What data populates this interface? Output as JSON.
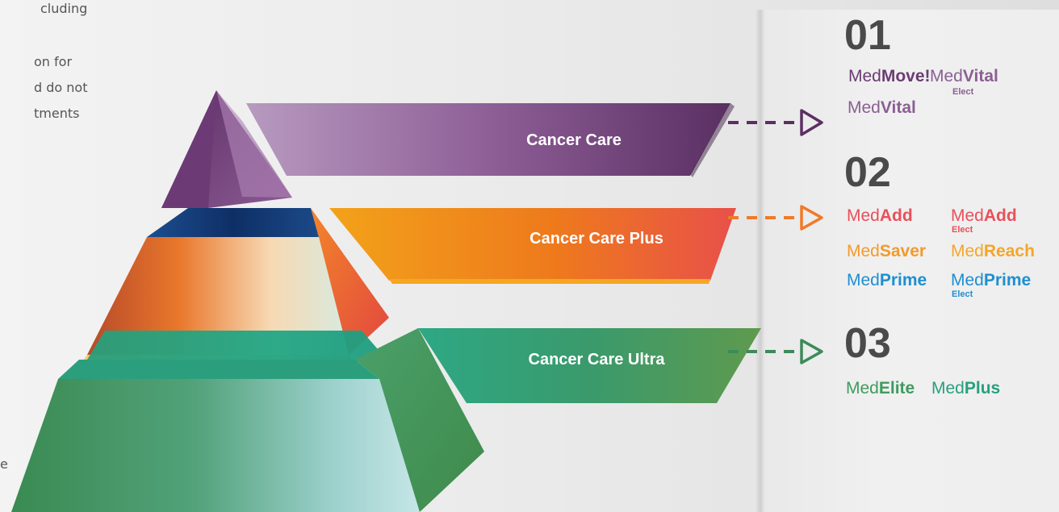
{
  "left_text_fragments": [
    "cluding",
    "on for",
    "d do not",
    "tments",
    "e"
  ],
  "bands": [
    {
      "label": "Cancer Care",
      "color": "#7d4a85"
    },
    {
      "label": "Cancer Care Plus",
      "color": "#ee7a1c"
    },
    {
      "label": "Cancer Care Ultra",
      "color": "#3a9a6c"
    }
  ],
  "tiers": [
    {
      "number": "01",
      "color": "#6b3d73",
      "products": [
        {
          "prefix": "Med",
          "suffix": "Move!",
          "color": "#6b3d73",
          "elect": ""
        },
        {
          "prefix": "Med",
          "suffix": "Vital",
          "color": "#8a5f93",
          "elect": "Elect"
        },
        {
          "prefix": "Med",
          "suffix": "Vital",
          "color": "#8a5f93",
          "elect": ""
        }
      ]
    },
    {
      "number": "02",
      "color": "#f07a2a",
      "products": [
        {
          "prefix": "Med",
          "suffix": "Add",
          "color": "#e8505b",
          "elect": ""
        },
        {
          "prefix": "Med",
          "suffix": "Add",
          "color": "#e8505b",
          "elect": "Elect"
        },
        {
          "prefix": "Med",
          "suffix": "Saver",
          "color": "#f39a2c",
          "elect": ""
        },
        {
          "prefix": "Med",
          "suffix": "Reach",
          "color": "#f4a62a",
          "elect": ""
        },
        {
          "prefix": "Med",
          "suffix": "Prime",
          "color": "#1e8fd0",
          "elect": ""
        },
        {
          "prefix": "Med",
          "suffix": "Prime",
          "color": "#1e8fd0",
          "elect": "Elect"
        }
      ]
    },
    {
      "number": "03",
      "color": "#3a9a6c",
      "products": [
        {
          "prefix": "Med",
          "suffix": "Elite",
          "color": "#3f9b5f",
          "elect": ""
        },
        {
          "prefix": "Med",
          "suffix": "Plus",
          "color": "#27a07d",
          "elect": ""
        }
      ]
    }
  ]
}
